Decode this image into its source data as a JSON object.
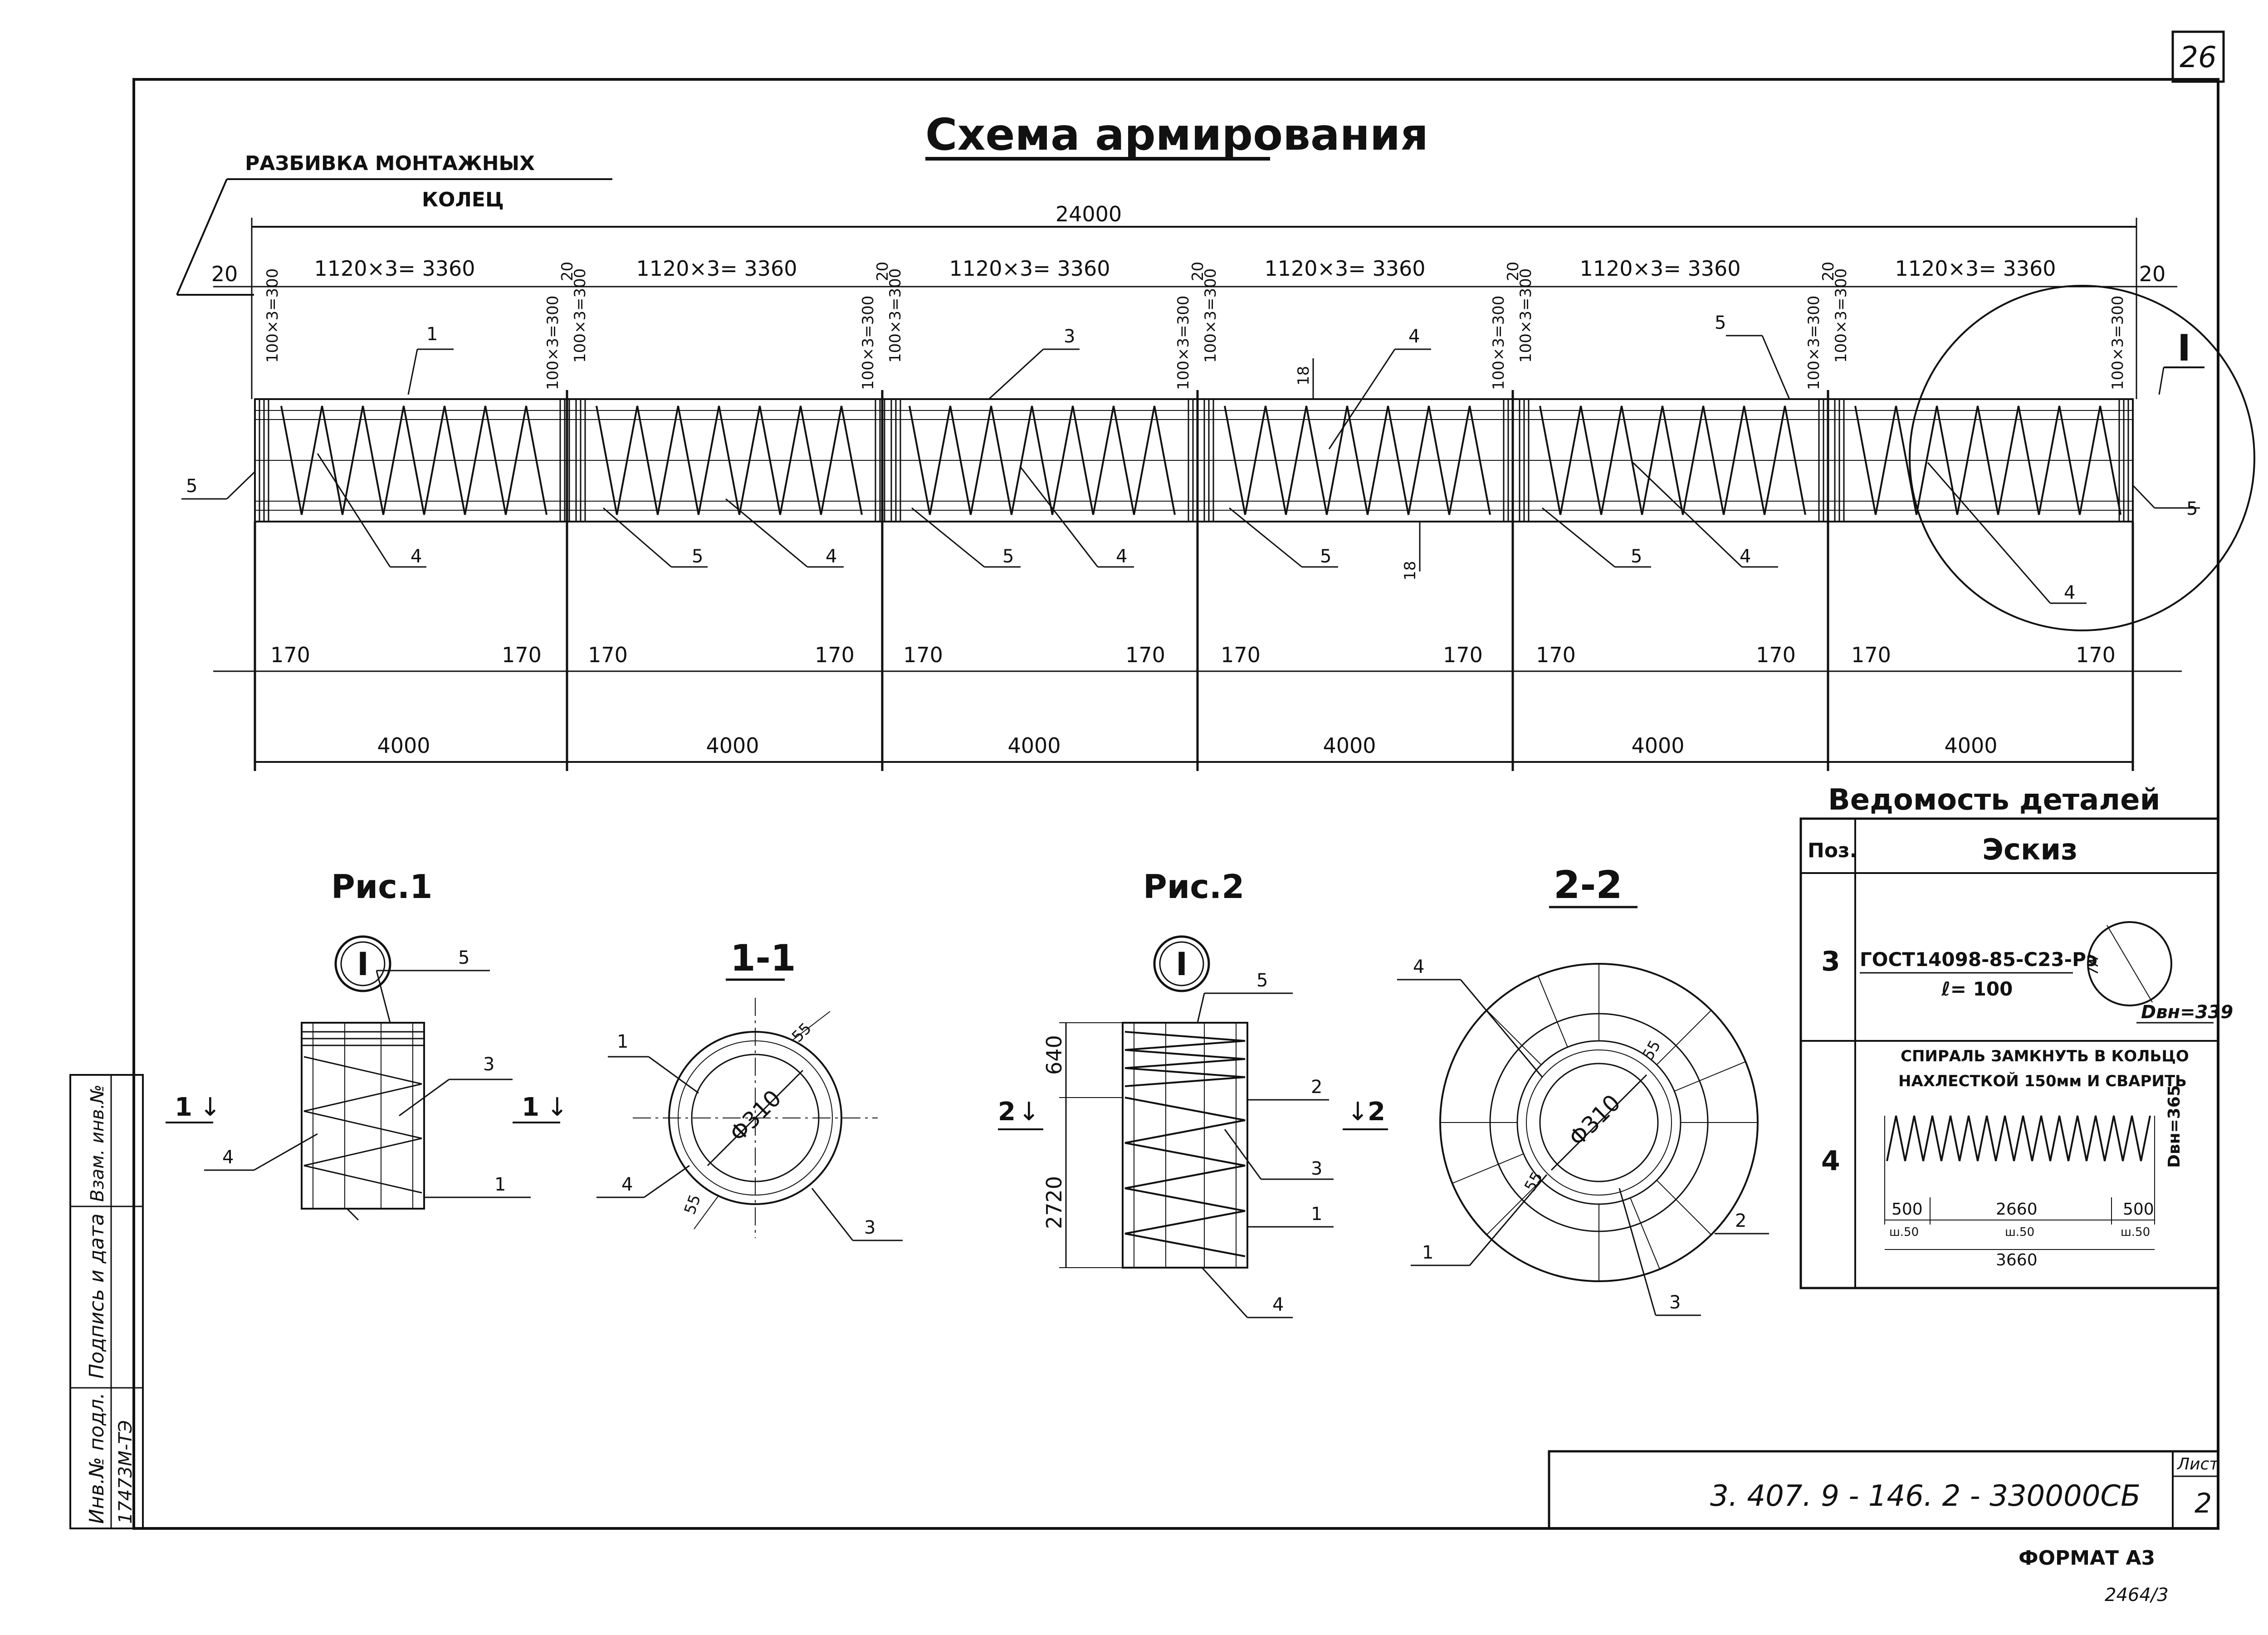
{
  "sheet": {
    "page_number": "26",
    "title": "Схема армирования",
    "ring_layout_note": [
      "РАЗБИВКА МОНТАЖНЫХ",
      "КОЛЕЦ"
    ],
    "format": "ФОРМАТ А3",
    "bottom_mark": "2464/3"
  },
  "scheme": {
    "total_length": "24000",
    "end_gap": "20",
    "ring_dims": [
      "1120×3= 3360",
      "1120×3= 3360",
      "1120×3= 3360",
      "1120×3= 3360",
      "1120×3= 3360",
      "1120×3= 3360"
    ],
    "small_gap": "20",
    "step_dim": "100×3=300",
    "spacing_18": "18",
    "end_offset": "170",
    "segment_length": "4000",
    "segment_count": 6,
    "pos_labels": {
      "p1": "1",
      "p3": "3",
      "p4": "4",
      "p5": "5"
    },
    "detail_marker": "I"
  },
  "fig1": {
    "caption": "Рис.1",
    "marker": "I",
    "section_mark": "1",
    "labels": {
      "p5": "5",
      "p3": "3",
      "p4": "4",
      "p1": "1"
    }
  },
  "section1": {
    "caption": "1-1",
    "diameter": "Φ310",
    "dim_55": "55",
    "labels": {
      "p1": "1",
      "p4": "4",
      "p3": "3"
    }
  },
  "fig2": {
    "caption": "Рис.2",
    "marker": "I",
    "section_mark": "2",
    "dim_top": "640",
    "dim_bottom": "2720",
    "labels": {
      "p5": "5",
      "p2": "2",
      "p3": "3",
      "p1": "1",
      "p4": "4"
    }
  },
  "section2": {
    "caption": "2-2",
    "diameter": "Φ310",
    "dim_55": "55",
    "labels": {
      "p4": "4",
      "p1": "1",
      "p2": "2",
      "p3": "3"
    }
  },
  "parts_table": {
    "title": "Ведомость деталей",
    "col_pos": "Поз.",
    "col_sketch": "Эскиз",
    "rows": [
      {
        "pos": "3",
        "spec": "ГОСТ14098-85-С23-Рэ",
        "length": "ℓ= 100",
        "dia": "Dвн=339"
      },
      {
        "pos": "4",
        "note1": "СПИРАЛЬ ЗАМКНУТЬ В КОЛЬЦО",
        "note2": "НАХЛЕСТКОЙ 150мм И СВАРИТЬ",
        "dia": "Dвн=365",
        "d_left": "500",
        "d_mid": "2660",
        "d_right": "500",
        "s_left": "ш.50",
        "s_mid": "ш.50",
        "s_right": "ш.50",
        "total": "3660"
      }
    ]
  },
  "stamp": {
    "doc_code": "3. 407. 9 - 146. 2 - 330000СБ",
    "sheet_label": "Лист",
    "sheet_no": "2",
    "side_labels": [
      "Инв.№ подл.",
      "Подпись и дата",
      "Взам. инв.№"
    ],
    "side_code": "17473М-ТЭ"
  }
}
